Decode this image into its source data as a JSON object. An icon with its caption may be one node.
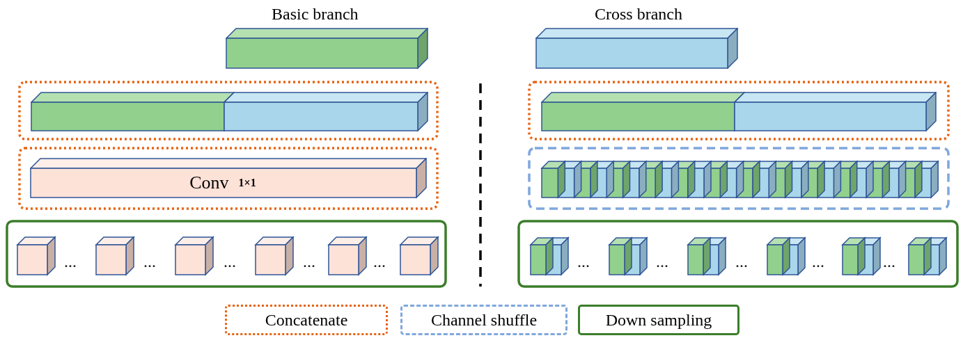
{
  "diagram": {
    "nodes": [
      {
        "text": [],
        "shape": "box"
      },
      {
        "text": [],
        "shape": "box"
      },
      {
        "text": [],
        "shape": "box"
      },
      {
        "text": [],
        "shape": "box"
      },
      {
        "text": [],
        "shape": "box"
      },
      {
        "text": [],
        "shape": "box"
      },
      {
        "text": [
          "Conv",
          "1×1"
        ]
      }
    ],
    "edges": [],
    "labels": [
      "Basic branch",
      "Cross branch",
      "...",
      "...",
      "...",
      "...",
      "...",
      "...",
      "...",
      "...",
      "...",
      "..."
    ],
    "legend": [
      {
        "text": "Concatenate"
      },
      {
        "text": "Channel shuffle"
      },
      {
        "text": "Down sampling"
      }
    ]
  }
}
